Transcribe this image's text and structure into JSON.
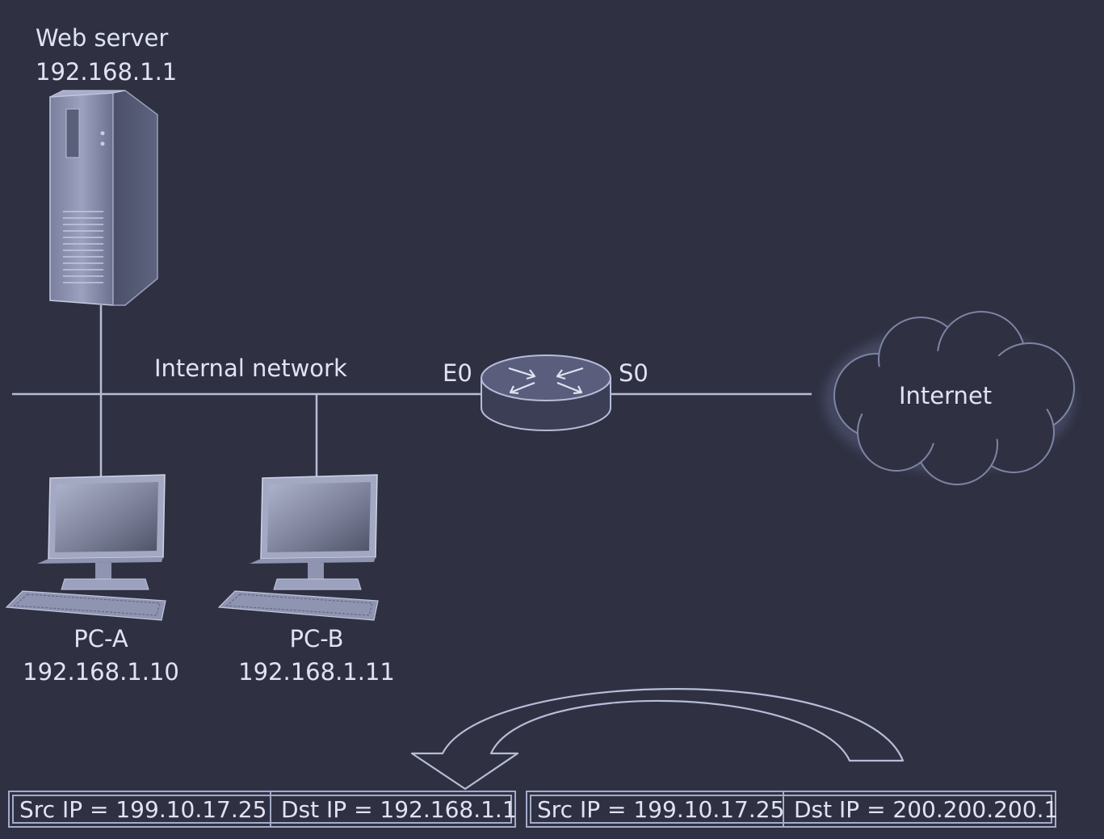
{
  "colors": {
    "background": "#2f3142",
    "line": "#b7bdd8",
    "device": "#6b7090",
    "text": "#dfe3f2"
  },
  "devices": {
    "web_server": {
      "name": "Web server",
      "ip": "192.168.1.1",
      "icon": "server-tower-icon"
    },
    "pc_a": {
      "name": "PC-A",
      "ip": "192.168.1.10",
      "icon": "desktop-pc-icon"
    },
    "pc_b": {
      "name": "PC-B",
      "ip": "192.168.1.11",
      "icon": "desktop-pc-icon"
    },
    "router": {
      "icon": "router-icon",
      "interface_inside": "E0",
      "interface_outside": "S0"
    },
    "internet": {
      "label": "Internet",
      "icon": "cloud-icon"
    }
  },
  "network": {
    "internal_label": "Internal network"
  },
  "packets": {
    "translated": {
      "src": "Src IP = 199.10.17.25",
      "dst": "Dst IP = 192.168.1.1"
    },
    "original": {
      "src": "Src IP = 199.10.17.25",
      "dst": "Dst IP = 200.200.200.1"
    }
  },
  "translation_arrow": {
    "icon": "curved-arrow-icon"
  }
}
